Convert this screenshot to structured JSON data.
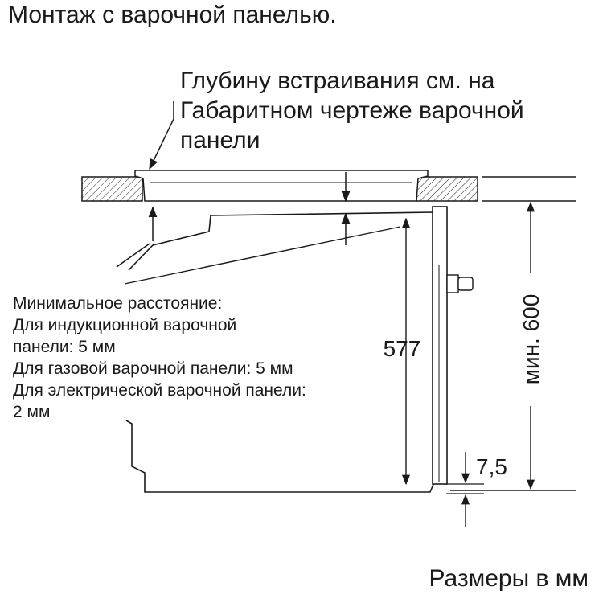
{
  "title": "Монтаж с варочной панелью.",
  "callout": {
    "lines": [
      "Глубину встраивания см. на",
      "Габаритном чертеже варочной",
      "панели"
    ]
  },
  "notes": {
    "lines": [
      "Минимальное расстояние:",
      "Для индукционной варочной",
      "панели: 5 мм",
      "Для газовой варочной панели: 5 мм",
      "Для электрической варочной панели:",
      "2 мм"
    ]
  },
  "dimensions": {
    "height_oven": "577",
    "min_height": "мин. 600",
    "gap": "7,5"
  },
  "footer": "Размеры в мм"
}
